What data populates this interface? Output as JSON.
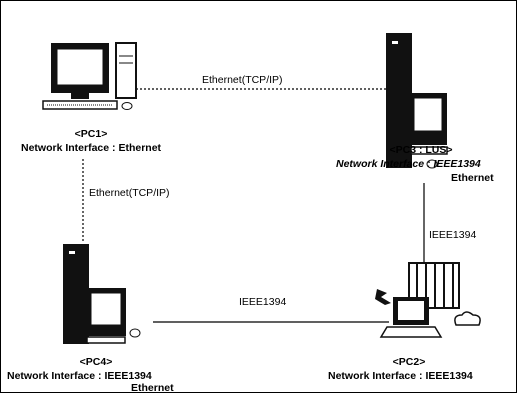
{
  "nodes": {
    "pc1": {
      "name": "<PC1>",
      "interface": "Network Interface : Ethernet"
    },
    "pc3": {
      "name": "<PC3 : LUS>",
      "interface": "Network Interface : IEEE1394",
      "interface_extra": "Ethernet"
    },
    "pc4": {
      "name": "<PC4>",
      "interface": "Network Interface : IEEE1394",
      "interface_extra": "Ethernet"
    },
    "pc2": {
      "name": "<PC2>",
      "interface": "Network Interface : IEEE1394"
    }
  },
  "links": {
    "pc1_pc3": "Ethernet(TCP/IP)",
    "pc1_pc4": "Ethernet(TCP/IP)",
    "pc3_pc2": "IEEE1394",
    "pc4_pc2": "IEEE1394"
  }
}
